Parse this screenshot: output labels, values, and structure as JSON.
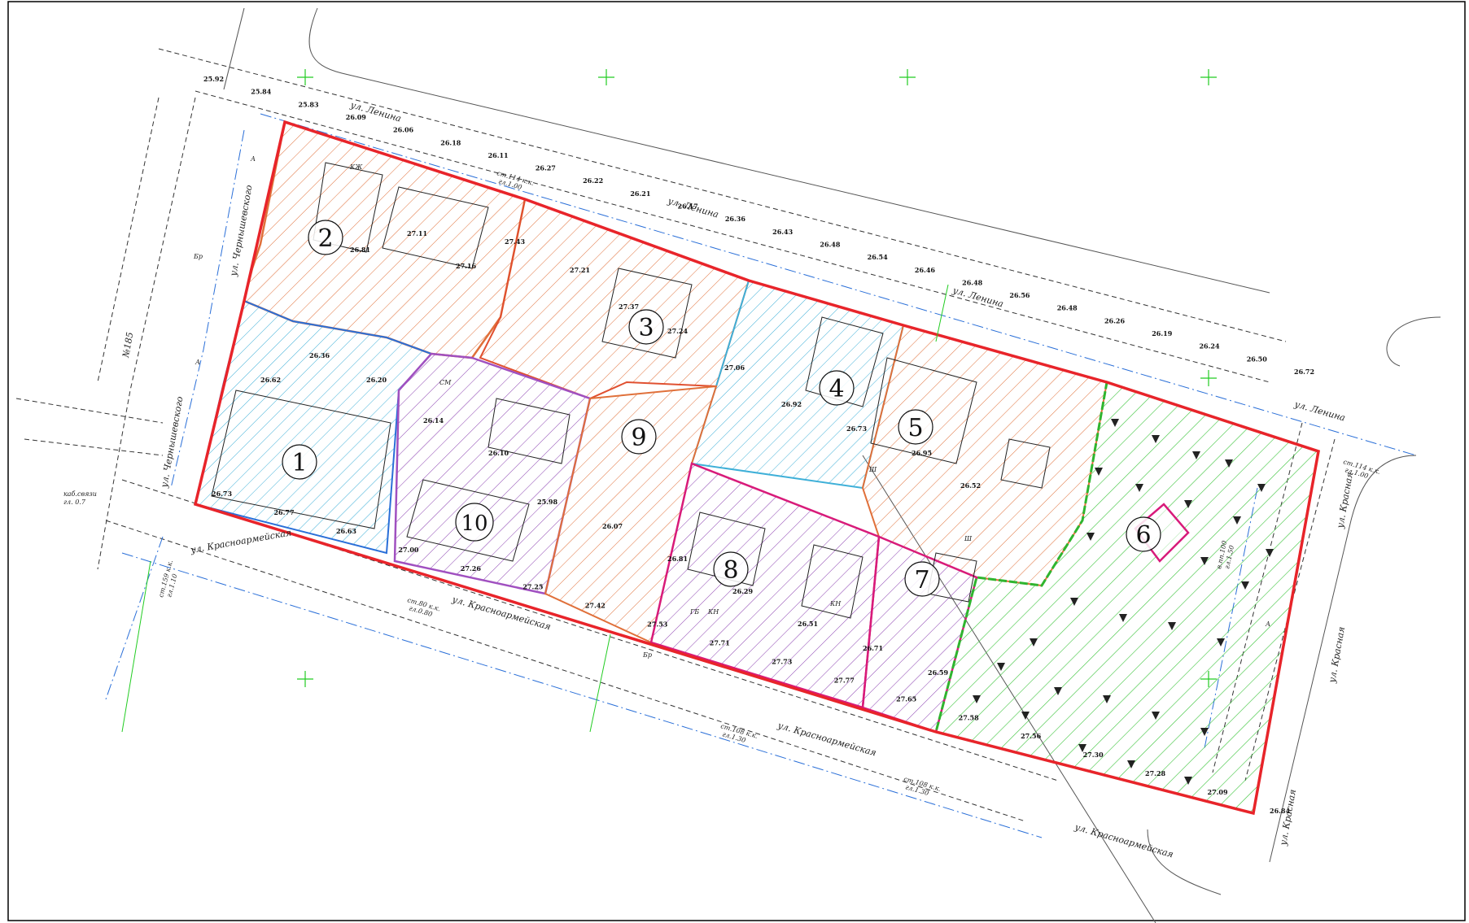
{
  "plan": {
    "streets": {
      "lenina": "ул. Ленина",
      "krasnoarmeyskaya": "ул. Красноармейская",
      "krasnaya": "ул. Красная",
      "chernyshevskogo": "ул. Чернышевского"
    },
    "building_number": "№185",
    "lot_labels": [
      "1",
      "2",
      "3",
      "4",
      "5",
      "6",
      "7",
      "8",
      "9",
      "10"
    ],
    "elevations": [
      "25.92",
      "25.84",
      "25.83",
      "26.09",
      "26.06",
      "26.18",
      "26.11",
      "26.27",
      "26.22",
      "26.21",
      "26.17",
      "26.36",
      "26.43",
      "26.48",
      "26.54",
      "26.46",
      "26.48",
      "26.56",
      "26.48",
      "26.26",
      "26.19",
      "26.24",
      "26.50",
      "26.72",
      "26.84",
      "27.09",
      "27.28",
      "27.30",
      "27.56",
      "27.58",
      "27.65",
      "27.77",
      "27.73",
      "27.71",
      "27.53",
      "27.42",
      "27.25",
      "27.26",
      "27.00",
      "26.63",
      "26.77",
      "26.73",
      "26.81",
      "27.11",
      "27.16",
      "27.43",
      "27.21",
      "27.37",
      "27.24",
      "27.06",
      "26.92",
      "26.73",
      "26.95",
      "26.52",
      "26.62",
      "26.36",
      "26.20",
      "26.14",
      "26.10",
      "25.98",
      "26.07",
      "26.81",
      "26.29",
      "26.51",
      "26.71",
      "26.59"
    ],
    "utility_labels": [
      "ст.114 к.к.",
      "гл.1.00",
      "ст.108 к.к.",
      "гл.1.30",
      "ст.80 к.к.",
      "гл.0.80",
      "ст.159 к.к.",
      "гл.1.10",
      "каб.связи",
      "гл. 0.7",
      "в.пп.100",
      "гл.1.50"
    ],
    "abbrev": [
      "КЖ",
      "КН",
      "Бр",
      "Ш",
      "СМ",
      "А",
      "ГБ"
    ],
    "colors": {
      "boundary_red": "#e8242a",
      "magenta": "#d81b7a",
      "orange_hatch": "#e0703a",
      "cyan_hatch": "#3fb0d8",
      "purple_hatch": "#8a3fb0",
      "green_hatch": "#3cc43c",
      "grid_cross": "#22cc22"
    }
  }
}
